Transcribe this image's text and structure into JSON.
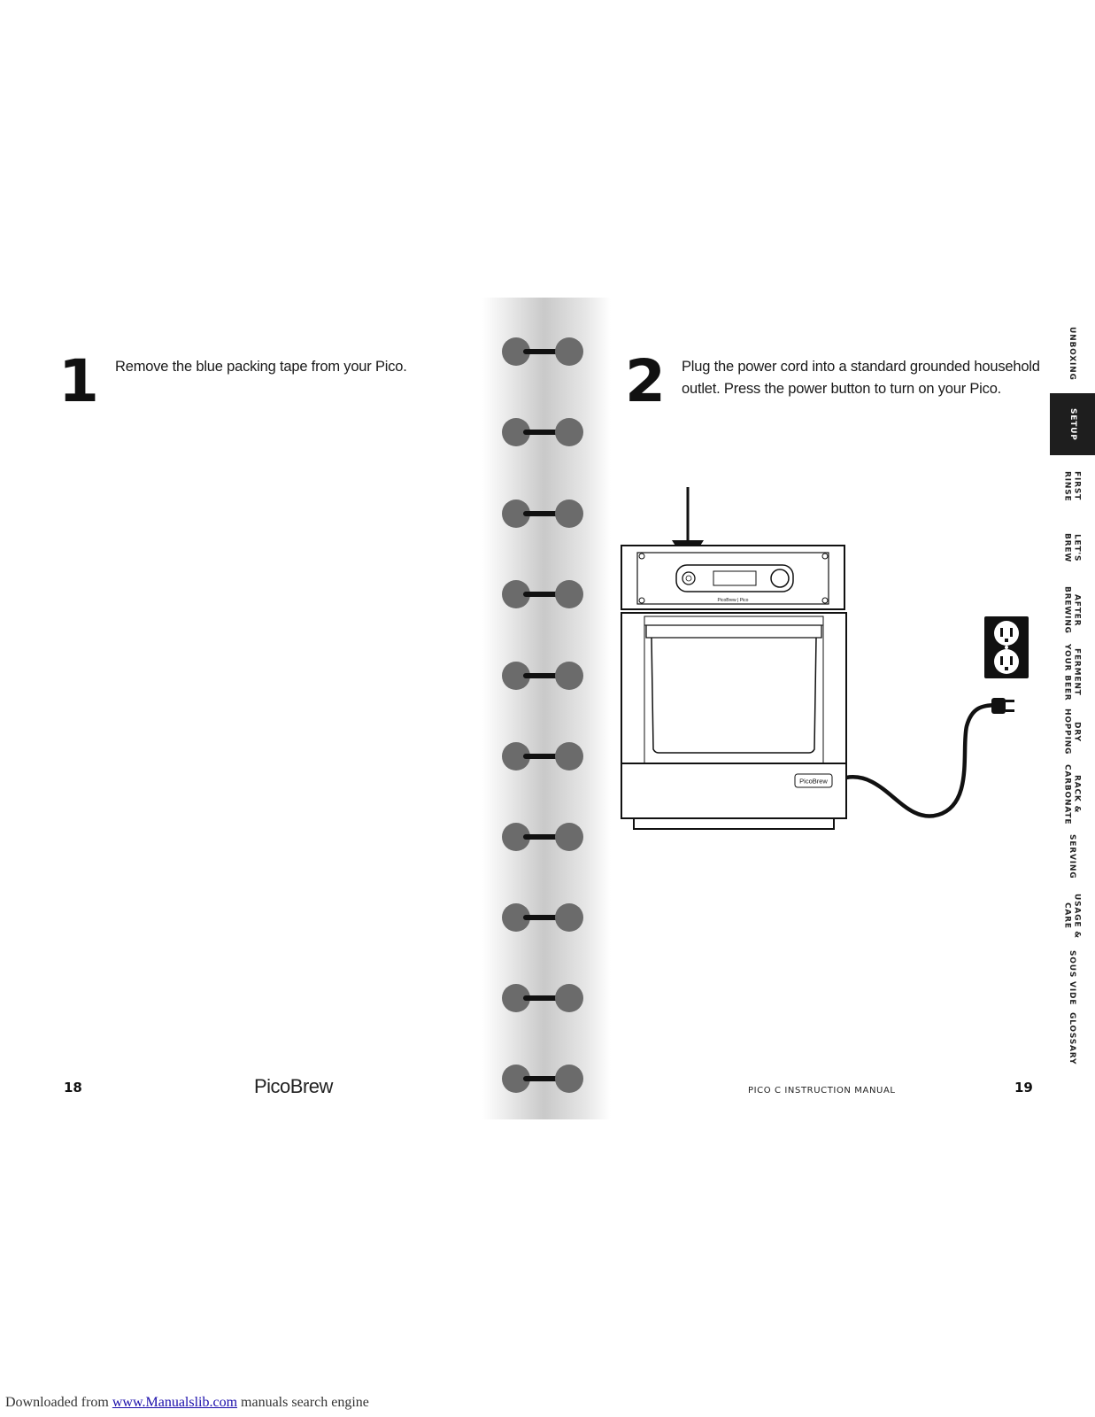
{
  "step1": {
    "number": "1",
    "text": "Remove the blue packing tape from your Pico."
  },
  "step2": {
    "number": "2",
    "text": "Plug the power cord into a standard grounded household outlet. Press the power button to turn on your Pico."
  },
  "illustration": {
    "panel_brand": "PicoBrew | Pico",
    "front_badge": "PicoBrew"
  },
  "sidenav": {
    "items": [
      {
        "label": "UNBOXING",
        "active": false
      },
      {
        "label": "SETUP",
        "active": true
      },
      {
        "label": "FIRST\nRINSE",
        "active": false
      },
      {
        "label": "LET'S\nBREW",
        "active": false
      },
      {
        "label": "AFTER\nBREWING",
        "active": false
      },
      {
        "label": "FERMENT\nYOUR BEER",
        "active": false
      },
      {
        "label": "DRY\nHOPPING",
        "active": false
      },
      {
        "label": "RACK &\nCARBONATE",
        "active": false
      },
      {
        "label": "SERVING",
        "active": false
      },
      {
        "label": "USAGE &\nCARE",
        "active": false
      },
      {
        "label": "SOUS VIDE",
        "active": false
      },
      {
        "label": "GLOSSARY",
        "active": false
      }
    ]
  },
  "footer": {
    "left_page": "18",
    "brand": "PicoBrew",
    "manual_title": "PICO C INSTRUCTION MANUAL",
    "right_page": "19"
  },
  "download_banner": {
    "prefix": "Downloaded from ",
    "link": "www.Manualslib.com",
    "suffix": " manuals search engine"
  },
  "colors": {
    "active_tab": "#1e1e1e",
    "ring": "#6b6b6b",
    "link": "#1a0dab"
  }
}
